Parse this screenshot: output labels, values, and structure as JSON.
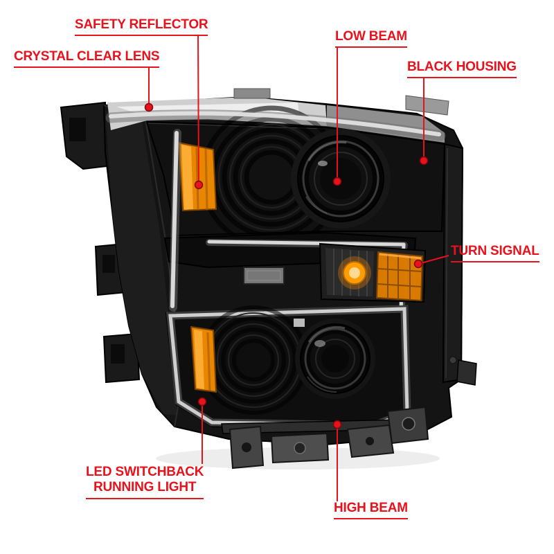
{
  "colors": {
    "accent_red": "#e8111c",
    "amber": "#e88600",
    "housing_black": "#111111",
    "lens_gray": "#cfcfcf",
    "drl_white": "#e2e2e2",
    "background": "#ffffff"
  },
  "callouts": [
    {
      "id": "safety-reflector",
      "label": "SAFETY REFLECTOR"
    },
    {
      "id": "crystal-clear-lens",
      "label": "CRYSTAL CLEAR LENS"
    },
    {
      "id": "low-beam",
      "label": "LOW BEAM"
    },
    {
      "id": "black-housing",
      "label": "BLACK HOUSING"
    },
    {
      "id": "turn-signal",
      "label": "TURN SIGNAL"
    },
    {
      "id": "led-switchback-running-light",
      "label_line1": "LED SWITCHBACK",
      "label_line2": "RUNNING LIGHT"
    },
    {
      "id": "high-beam",
      "label": "HIGH BEAM"
    }
  ]
}
